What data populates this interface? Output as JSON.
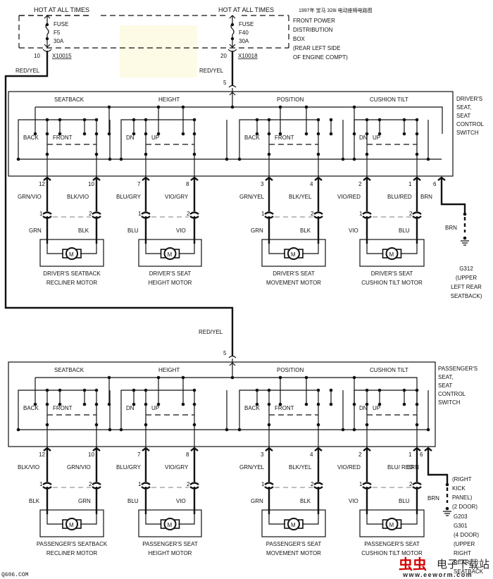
{
  "title_cn": "1997年 宝马 328i 电动座椅电路图",
  "supply": {
    "left": {
      "label": "HOT AT ALL TIMES",
      "fuse_word": "FUSE",
      "fuse_id": "F5",
      "rating": "30A",
      "pin": "10",
      "connector": "X10015",
      "wire": "RED/YEL"
    },
    "right": {
      "label": "HOT AT ALL TIMES",
      "fuse_word": "FUSE",
      "fuse_id": "F40",
      "rating": "30A",
      "pin": "20",
      "connector": "X10018",
      "wire": "RED/YEL"
    },
    "box_label": [
      "FRONT POWER",
      "DISTRIBUTION",
      "BOX",
      "(REAR LEFT SIDE",
      "OF ENGINE COMPT)"
    ]
  },
  "driver": {
    "input_pin": "5",
    "switch_label": [
      "DRIVER'S",
      "SEAT,",
      "SEAT",
      "CONTROL",
      "SWITCH"
    ],
    "sections": [
      "SEATBACK",
      "HEIGHT",
      "POSITION",
      "CUSHION TILT"
    ],
    "contacts": [
      [
        "BACK",
        "FRONT"
      ],
      [
        "DN",
        "UP"
      ],
      [
        "BACK",
        "FRONT"
      ],
      [
        "DN",
        "UP"
      ]
    ],
    "motors": [
      {
        "pins": [
          "12",
          "10"
        ],
        "wires": [
          "GRN/VIO",
          "BLK/VIO"
        ],
        "conn_pins": [
          "1",
          "2"
        ],
        "motor_wires": [
          "GRN",
          "BLK"
        ],
        "name": [
          "DRIVER'S SEATBACK",
          "RECLINER MOTOR"
        ]
      },
      {
        "pins": [
          "7",
          "8"
        ],
        "wires": [
          "BLU/GRY",
          "VIO/GRY"
        ],
        "conn_pins": [
          "1",
          "2"
        ],
        "motor_wires": [
          "BLU",
          "VIO"
        ],
        "name": [
          "DRIVER'S SEAT",
          "HEIGHT MOTOR"
        ]
      },
      {
        "pins": [
          "3",
          "4"
        ],
        "wires": [
          "GRN/YEL",
          "BLK/YEL"
        ],
        "conn_pins": [
          "1",
          "2"
        ],
        "motor_wires": [
          "GRN",
          "BLK"
        ],
        "name": [
          "DRIVER'S SEAT",
          "MOVEMENT MOTOR"
        ]
      },
      {
        "pins": [
          "2",
          "1"
        ],
        "wires": [
          "VIO/RED",
          "BLU/RED"
        ],
        "conn_pins": [
          "1",
          "2"
        ],
        "motor_wires": [
          "VIO",
          "BLU"
        ],
        "name": [
          "DRIVER'S SEAT",
          "CUSHION TILT MOTOR"
        ]
      }
    ],
    "ground": {
      "pin": "6",
      "wire": "BRN",
      "wire2": "BRN",
      "label": [
        "G312",
        "(UPPER",
        "LEFT REAR",
        "SEATBACK)"
      ]
    }
  },
  "passenger": {
    "feed_wire": "RED/YEL",
    "input_pin": "5",
    "switch_label": [
      "PASSENGER'S",
      "SEAT,",
      "SEAT",
      "CONTROL",
      "SWITCH"
    ],
    "sections": [
      "SEATBACK",
      "HEIGHT",
      "POSITION",
      "CUSHION TILT"
    ],
    "contacts": [
      [
        "BACK",
        "FRONT"
      ],
      [
        "DN",
        "UP"
      ],
      [
        "BACK",
        "FRONT"
      ],
      [
        "DN",
        "UP"
      ]
    ],
    "motors": [
      {
        "pins": [
          "12",
          "10"
        ],
        "wires": [
          "BLK/VIO",
          "GRN/VIO"
        ],
        "conn_pins": [
          "1",
          "2"
        ],
        "motor_wires": [
          "BLK",
          "GRN"
        ],
        "name": [
          "PASSENGER'S SEATBACK",
          "RECLINER MOTOR"
        ]
      },
      {
        "pins": [
          "7",
          "8"
        ],
        "wires": [
          "BLU/GRY",
          "VIO/GRY"
        ],
        "conn_pins": [
          "1",
          "2"
        ],
        "motor_wires": [
          "BLU",
          "VIO"
        ],
        "name": [
          "PASSENGER'S SEAT",
          "HEIGHT MOTOR"
        ]
      },
      {
        "pins": [
          "3",
          "4"
        ],
        "wires": [
          "GRN/YEL",
          "BLK/YEL"
        ],
        "conn_pins": [
          "1",
          "2"
        ],
        "motor_wires": [
          "GRN",
          "BLK"
        ],
        "name": [
          "PASSENGER'S SEAT",
          "MOVEMENT MOTOR"
        ]
      },
      {
        "pins": [
          "2",
          "1"
        ],
        "wires": [
          "VIO/RED",
          "BLU/ RED"
        ],
        "conn_pins": [
          "1",
          "2"
        ],
        "motor_wires": [
          "VIO",
          "BLU"
        ],
        "name": [
          "PASSENGER'S SEAT",
          "CUSHION TILT MOTOR"
        ]
      }
    ],
    "ground": {
      "pin": "6",
      "wire": "BRN",
      "wire2": "BRN",
      "label_top": [
        "(RIGHT",
        "KICK",
        "PANEL)",
        "(2 DOOR)"
      ],
      "label": [
        "G203",
        "G301",
        "(4 DOOR)",
        "(UPPER",
        "RIGHT",
        "REAR",
        "SEATBACK"
      ]
    }
  },
  "watermark": {
    "left": "Q606.COM",
    "brand_red": "虫虫",
    "brand_text": "电子下载站",
    "url": "www.eeworm.com"
  }
}
